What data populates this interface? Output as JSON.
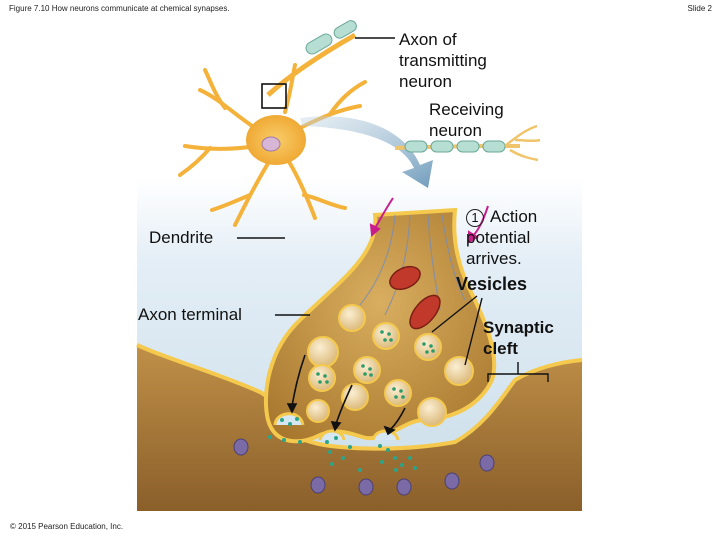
{
  "header": {
    "figure_title": "Figure 7.10 How neurons communicate at chemical synapses.",
    "slide_number": "Slide 2"
  },
  "labels": {
    "axon_of_transmitting": [
      "Axon of",
      "transmitting",
      "neuron"
    ],
    "receiving_neuron": [
      "Receiving",
      "neuron"
    ],
    "dendrite": "Dendrite",
    "axon_terminal": "Axon terminal",
    "step_number": "1",
    "step_text": [
      "Action",
      "potential",
      "arrives."
    ],
    "vesicles": "Vesicles",
    "synaptic_cleft": [
      "Synaptic",
      "cleft"
    ]
  },
  "footer": {
    "copyright": "© 2015 Pearson Education, Inc."
  },
  "colors": {
    "neuron_body": "#f4b23a",
    "axon_terminal": "#c99a45",
    "cleft_fluid": "#d5e7f3",
    "receiving_membrane": "#a77a3d",
    "vesicle": "#f0d9a8",
    "arrow_magenta": "#c81e8c"
  }
}
